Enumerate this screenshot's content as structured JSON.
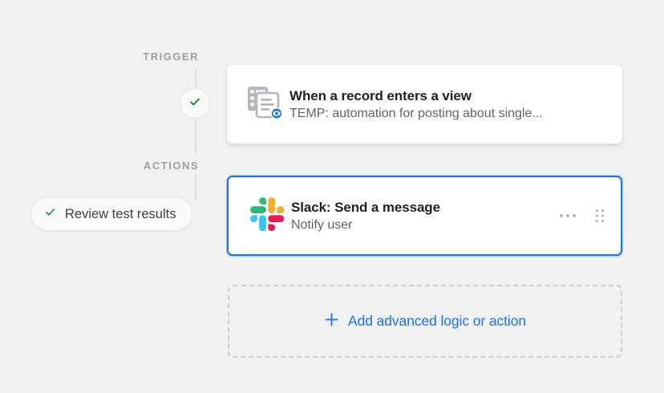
{
  "canvas": {
    "background_color": "#F1F1F1"
  },
  "sections": {
    "trigger_label": "TRIGGER",
    "actions_label": "ACTIONS"
  },
  "timeline": {
    "node_icon": "green-check-icon",
    "node_status_color": "#1a8a3a"
  },
  "review_pill": {
    "label": "Review test results",
    "icon": "check-icon",
    "icon_color": "#1a8a3a"
  },
  "trigger_card": {
    "icon": "record-view-icon",
    "icon_color": "#b0b3b8",
    "badge_color": "#1a73e8",
    "title": "When a record enters a view",
    "subtitle": "TEMP: automation for posting about single..."
  },
  "action_card": {
    "icon": "slack-logo-icon",
    "title": "Slack: Send a message",
    "subtitle": "Notify user",
    "selected_border_color": "#1a73e8",
    "more_options_icon": "ellipsis-icon",
    "drag_handle_icon": "drag-handle-icon",
    "slack_colors": {
      "cyan": "#36C5F0",
      "green": "#2EB67D",
      "red": "#E01E5A",
      "yellow": "#ECB22E"
    }
  },
  "add_action": {
    "label": "Add advanced logic or action",
    "icon": "plus-icon",
    "accent_color": "#1a73e8"
  }
}
